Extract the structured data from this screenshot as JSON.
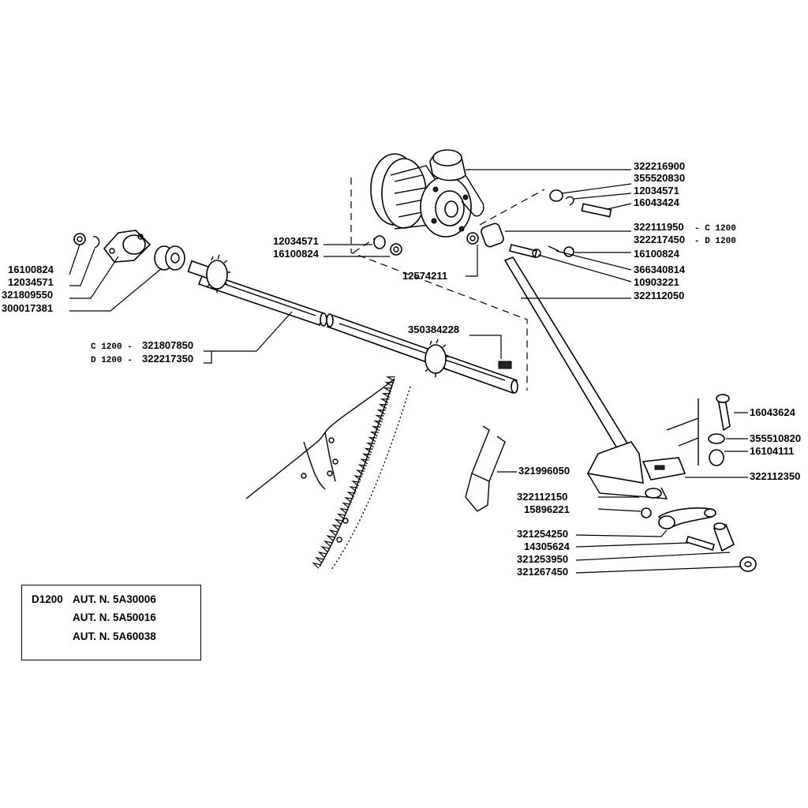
{
  "part_labels": {
    "p322216900": "322216900",
    "p355520830": "355520830",
    "p12034571_r": "12034571",
    "p16043424": "16043424",
    "p322111950": "322111950",
    "p322111950_var": "- C  1200",
    "p322217450": "322217450",
    "p322217450_var": "- D  1200",
    "p16100824_r": "16100824",
    "p366340814": "366340814",
    "p10903221": "10903221",
    "p322112050": "322112050",
    "p12034571_m": "12034571",
    "p16100824_m": "16100824",
    "p12574211": "12574211",
    "p16100824_l": "16100824",
    "p12034571_l": "12034571",
    "p321809550": "321809550",
    "p300017381": "300017381",
    "p321807850_var": "C  1200  -",
    "p321807850": "321807850",
    "p322217350_var": "D  1200  -",
    "p322217350": "322217350",
    "p350384228": "350384228",
    "p321996050": "321996050",
    "p16043624": "16043624",
    "p355510820": "355510820",
    "p16104111": "16104111",
    "p322112350": "322112350",
    "p322112150": "322112150",
    "p15896221": "15896221",
    "p321254250": "321254250",
    "p14305624": "14305624",
    "p321253950": "321253950",
    "p321267450": "321267450"
  },
  "authorization_box": {
    "model": "D1200",
    "line1": "AUT. N. 5A30006",
    "line2": "AUT. N. 5A50016",
    "line3": "AUT. N. 5A60038"
  }
}
